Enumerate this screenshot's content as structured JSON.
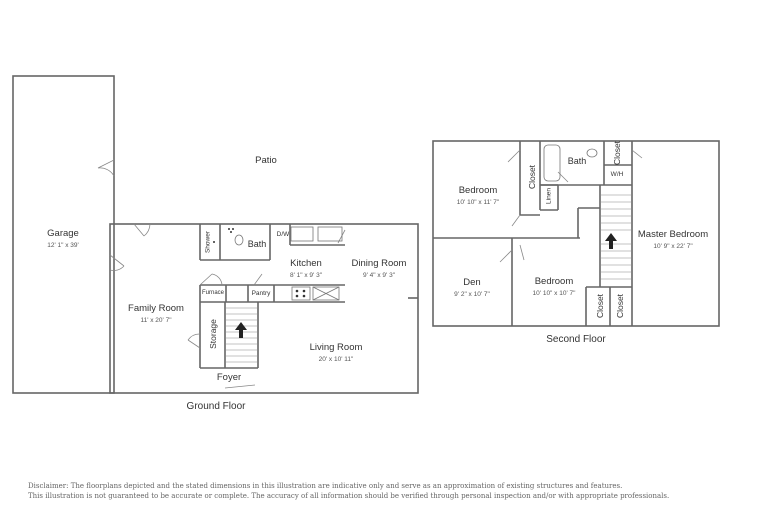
{
  "ground_floor": {
    "caption": "Ground Floor",
    "patio": "Patio",
    "rooms": {
      "garage": {
        "name": "Garage",
        "dims": "12' 1\" x 39'"
      },
      "family_room": {
        "name": "Family Room",
        "dims": "11' x 20' 7\""
      },
      "kitchen": {
        "name": "Kitchen",
        "dims": "8' 1\" x 9' 3\""
      },
      "dining_room": {
        "name": "Dining Room",
        "dims": "9' 4\" x 9' 3\""
      },
      "living_room": {
        "name": "Living Room",
        "dims": "20' x 10' 11\""
      },
      "bath": "Bath",
      "shower": "Shower",
      "dw": "D/W",
      "furnace": "Furnace",
      "pantry": "Pantry",
      "storage": "Storage",
      "foyer": "Foyer"
    }
  },
  "second_floor": {
    "caption": "Second Floor",
    "rooms": {
      "bedroom_1": {
        "name": "Bedroom",
        "dims": "10' 10\" x 11' 7\""
      },
      "bedroom_2": {
        "name": "Bedroom",
        "dims": "10' 10\" x 10' 7\""
      },
      "master_bedroom": {
        "name": "Master Bedroom",
        "dims": "10' 9\" x 22' 7\""
      },
      "den": {
        "name": "Den",
        "dims": "9' 2\" x 10' 7\""
      },
      "bath": "Bath",
      "closet_1": "Closet",
      "closet_2": "Closet",
      "closet_3": "Closet",
      "closet_4": "Closet",
      "linen": "Linen",
      "wh": "W/H"
    }
  },
  "disclaimer": {
    "line1": "Disclaimer: The floorplans depicted and the stated dimensions in this illustration are indicative only and serve as an approximation of existing structures and features.",
    "line2": "This illustration is not guaranteed to be accurate or complete. The accuracy of all information should be verified through personal inspection and/or with appropriate professionals."
  }
}
